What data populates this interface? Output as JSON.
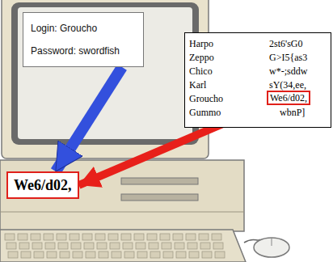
{
  "diagram": {
    "nodes": [
      {
        "text": [
          "Login: Groucho",
          "Password: swordfish"
        ]
      },
      {
        "text": [
          "Harpo",
          "2st6'sG0",
          "Zeppo",
          "G>I5{as3",
          "Chico",
          "w*-;sddw",
          "Karl",
          "sY(34,ee,",
          "Groucho",
          "Gummo",
          "wbnP]"
        ]
      },
      {
        "text": [
          "We6/d02,"
        ],
        "in": 1
      },
      {
        "text": [
          "We6/d02,"
        ]
      }
    ],
    "edges": [
      {
        "from": 0,
        "to": 3,
        "arrow": "to"
      },
      {
        "from": 3,
        "to": 2,
        "arrow": "both"
      }
    ]
  }
}
